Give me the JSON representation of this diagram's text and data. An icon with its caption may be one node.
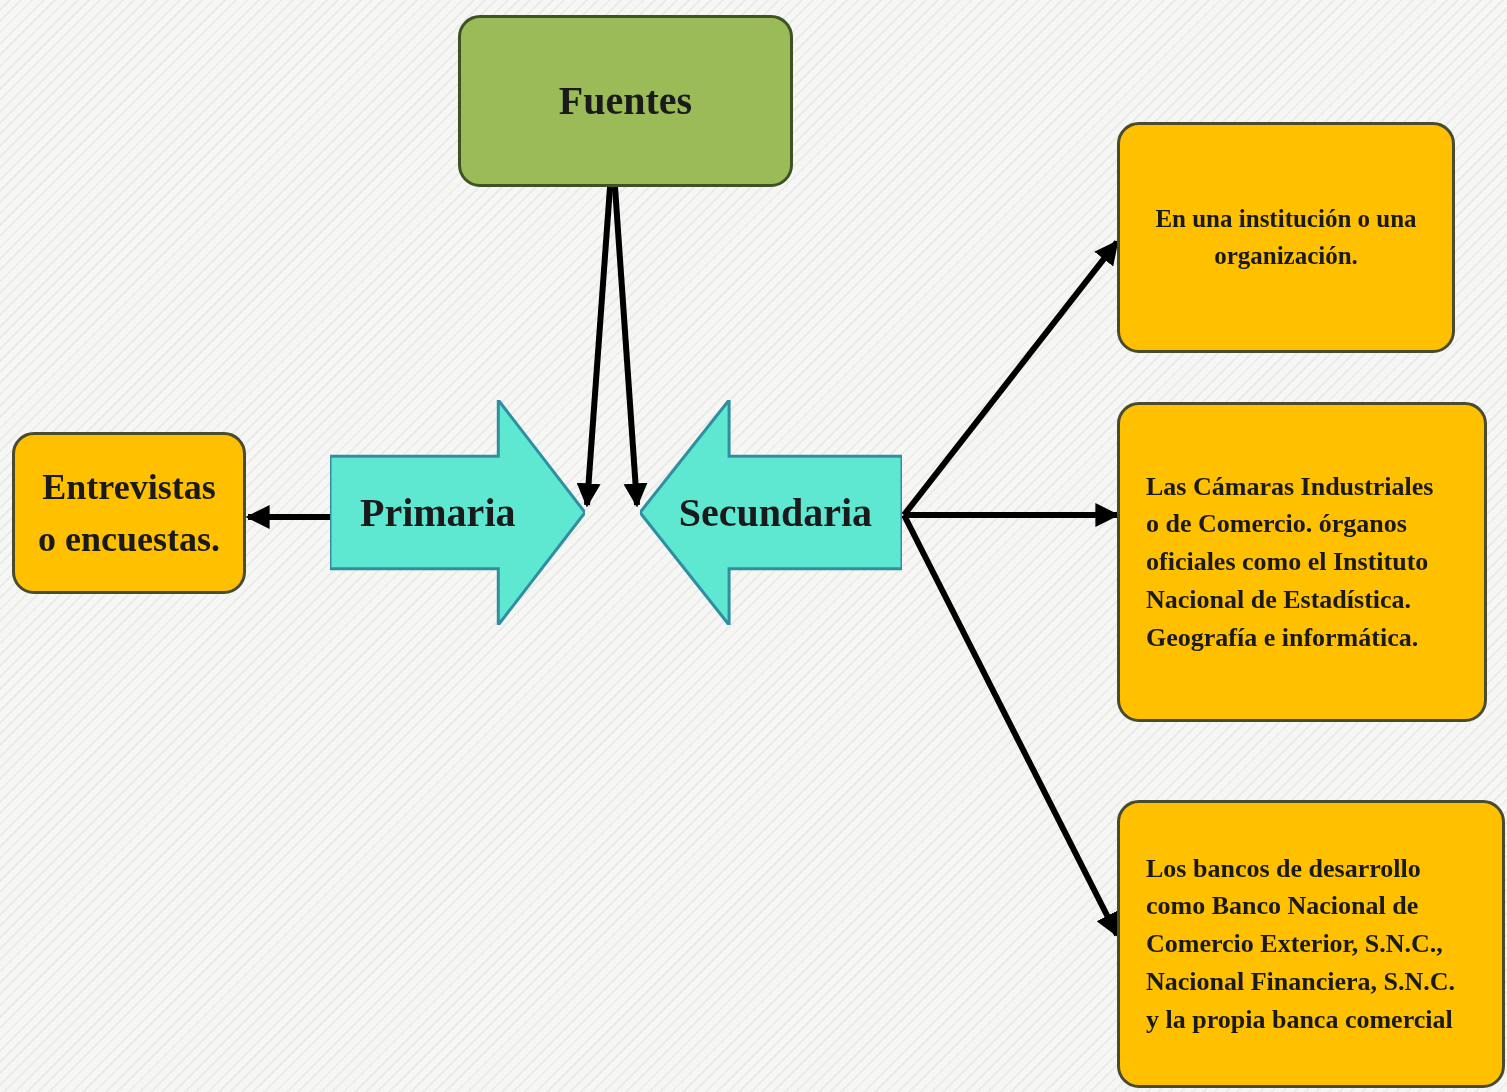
{
  "diagram": {
    "nodes": [
      {
        "text": [
          "Fuentes"
        ]
      },
      {
        "text": [
          "Entrevistas o encuestas."
        ]
      },
      {
        "text": [
          "Primaria"
        ]
      },
      {
        "text": [
          "Secundaria"
        ]
      },
      {
        "text": [
          "En una institución o una organización."
        ]
      },
      {
        "text": [
          "Las Cámaras Industriales o de Comercio. órganos oficiales como el Instituto Nacional de Estadística. Geografía e informática."
        ]
      },
      {
        "text": [
          "Los bancos de desarrollo como Banco Nacional de Comercio Exterior, S.N.C., Nacional Financiera, S.N.C. y la propia banca comercial"
        ]
      }
    ],
    "edges": [
      {
        "from": 0,
        "to": 2,
        "arrow": "to"
      },
      {
        "from": 0,
        "to": 3,
        "arrow": "to"
      },
      {
        "from": 2,
        "to": 1,
        "arrow": "to"
      },
      {
        "from": 3,
        "to": 4,
        "arrow": "to"
      },
      {
        "from": 3,
        "to": 5,
        "arrow": "to"
      },
      {
        "from": 3,
        "to": 6,
        "arrow": "to"
      }
    ]
  }
}
